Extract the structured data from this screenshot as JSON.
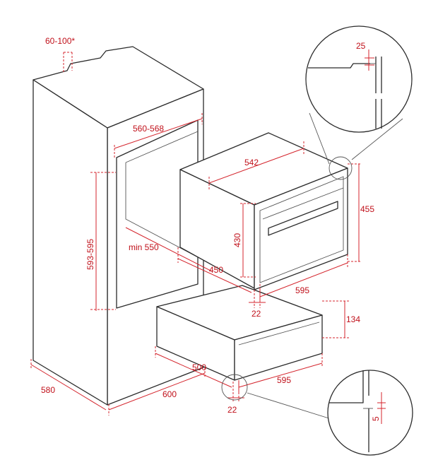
{
  "dimensions": {
    "cabinet_top_gap": "60-100*",
    "niche_width": "560-568",
    "niche_height": "593-595",
    "niche_min_depth": "min 550",
    "oven_width": "542",
    "oven_total_height": "455",
    "oven_body_height": "430",
    "oven_depth": "450",
    "oven_front_width": "595",
    "oven_front_offset": "22",
    "drawer_height": "134",
    "drawer_depth": "500",
    "drawer_front_width": "595",
    "drawer_front_offset": "22",
    "cabinet_depth": "580",
    "cabinet_width": "600",
    "detail_top_gap": "25",
    "detail_bottom_gap": "5"
  },
  "colors": {
    "dimension_red": "#c0101a",
    "outline": "#2b2b2b"
  }
}
